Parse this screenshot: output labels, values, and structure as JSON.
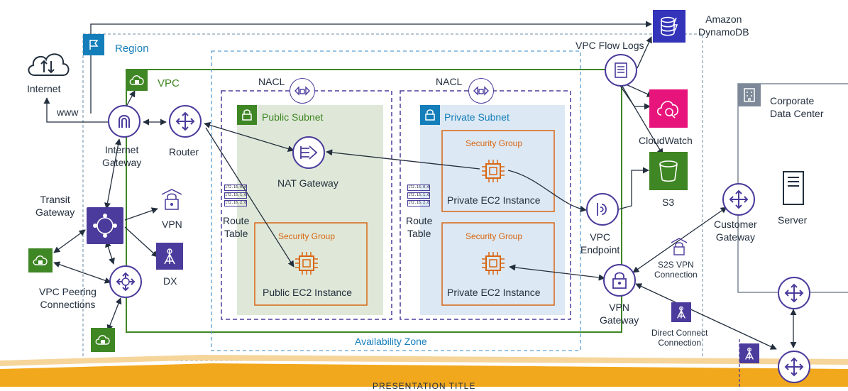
{
  "labels": {
    "internet": "Internet",
    "www": "www",
    "region": "Region",
    "vpc": "VPC",
    "internet_gateway": "Internet\nGateway",
    "router": "Router",
    "nacl_left": "NACL",
    "nacl_right": "NACL",
    "public_subnet": "Public Subnet",
    "private_subnet": "Private Subnet",
    "nat_gateway": "NAT Gateway",
    "route_table_left": "Route\nTable",
    "route_table_right": "Route\nTable",
    "security_group_public": "Security Group",
    "public_ec2": "Public EC2 Instance",
    "security_group_private_top": "Security Group",
    "private_ec2_top": "Private EC2 Instance",
    "security_group_private_bottom": "Security Group",
    "private_ec2_bottom": "Private EC2 Instance",
    "availability_zone": "Availability Zone",
    "transit_gateway": "Transit\nGateway",
    "vpn": "VPN",
    "dx": "DX",
    "vpc_peering": "VPC Peering\nConnections",
    "vpc_flow_logs": "VPC Flow Logs",
    "dynamodb": "Amazon\nDynamoDB",
    "cloudwatch": "CloudWatch",
    "s3": "S3",
    "vpc_endpoint": "VPC\nEndpoint",
    "vpn_gateway": "VPN\nGateway",
    "s2s_vpn": "S2S VPN\nConnection",
    "direct_connect": "Direct Connect\nConnection",
    "corporate_dc": "Corporate\nData Center",
    "customer_gateway": "Customer\nGateway",
    "server": "Server",
    "footer": "PRESENTATION TITLE"
  },
  "route_table_entries": [
    "172.16.0.0",
    "172.16.1.0",
    "172.16.2.0"
  ],
  "colors": {
    "vpc_green": "#3f8624",
    "region_blue": "#147eba",
    "public_subnet_bg": "#dfe8d8",
    "private_subnet_bg": "#dce8f3",
    "security_group_red": "#d86613",
    "network_purple": "#4b3b9c",
    "cloudwatch_pink": "#e7157b",
    "s3_green": "#3f8624",
    "dynamodb_blue": "#3334b9"
  }
}
